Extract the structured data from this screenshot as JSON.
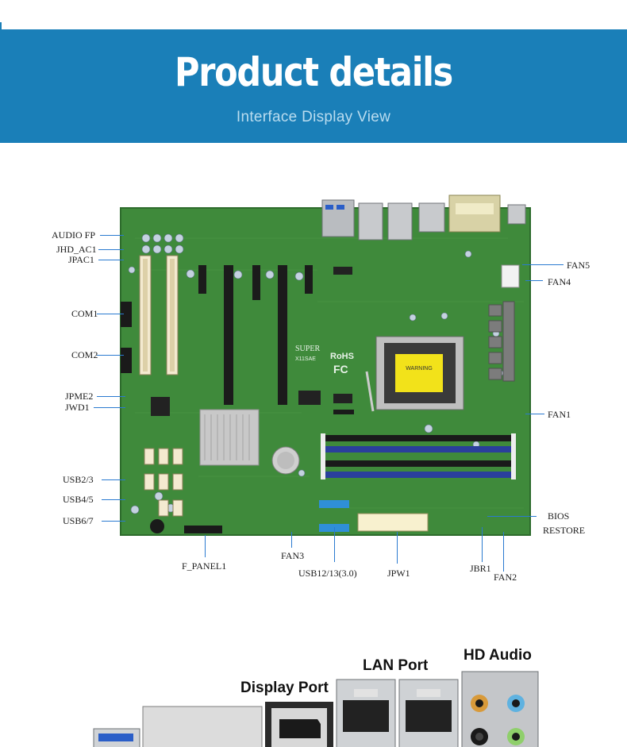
{
  "header": {
    "title": "Product details",
    "subtitle": "Interface Display View"
  },
  "board": {
    "brand": "SUPER",
    "model": "X11SAE",
    "rohs": "RoHS",
    "fc": "FC",
    "warning": "WARNING"
  },
  "callouts": {
    "audio_fp": "AUDIO FP",
    "jhd_ac1": "JHD_AC1",
    "jpac1": "JPAC1",
    "com1": "COM1",
    "com2": "COM2",
    "jpme2": "JPME2",
    "jwd1": "JWD1",
    "usb23": "USB2/3",
    "usb45": "USB4/5",
    "usb67": "USB6/7",
    "f_panel1": "F_PANEL1",
    "fan3": "FAN3",
    "usb1213": "USB12/13(3.0)",
    "jpw1": "JPW1",
    "jbr1": "JBR1",
    "fan2": "FAN2",
    "bios": "BIOS",
    "restore": "RESTORE",
    "fan1": "FAN1",
    "fan4": "FAN4",
    "fan5": "FAN5"
  },
  "io_panel": {
    "display_port": "Display Port",
    "lan_port": "LAN Port",
    "hd_audio": "HD Audio"
  },
  "colors": {
    "banner": "#1a7fb8",
    "pcb": "#3f8a3b",
    "leader": "#2a7ad0"
  }
}
